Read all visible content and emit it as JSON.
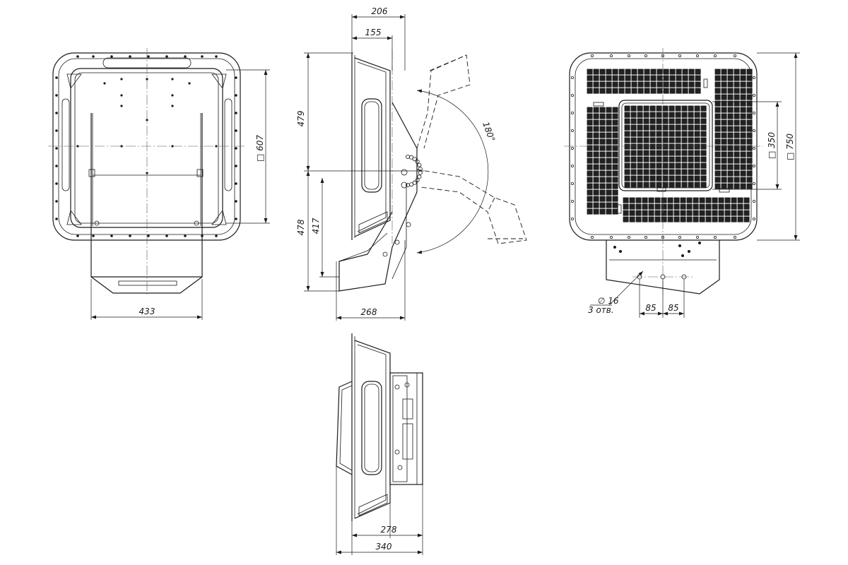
{
  "drawing": {
    "dimensions": {
      "front_width": "433",
      "front_square": "□ 607",
      "side_top_outer": "206",
      "side_top_inner": "155",
      "side_height_upper": "479",
      "side_height_lower": "478",
      "side_height_inner": "417",
      "side_depth": "268",
      "swing_angle": "180°",
      "right_square_outer": "□ 750",
      "right_square_inner": "□ 350",
      "hole_diameter": "∅ 16",
      "hole_count": "3 отв.",
      "hole_spacing_1": "85",
      "hole_spacing_2": "85",
      "bottom_inner": "278",
      "bottom_outer": "340"
    }
  }
}
